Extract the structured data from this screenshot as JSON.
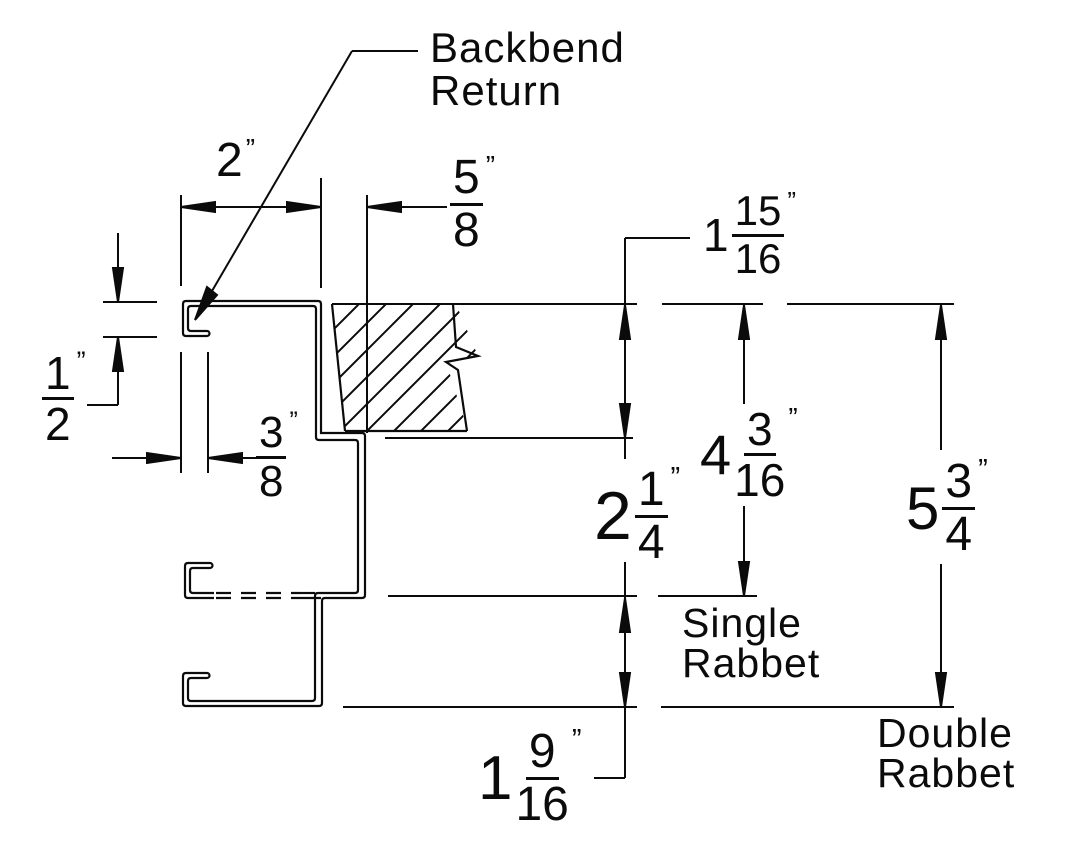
{
  "drawing": {
    "unit_mark": "”",
    "callout": {
      "line1": "Backbend",
      "line2": "Return"
    },
    "labels": {
      "single_rabbet": {
        "line1": "Single",
        "line2": "Rabbet"
      },
      "double_rabbet": {
        "line1": "Double",
        "line2": "Rabbet"
      }
    },
    "dimensions": {
      "face_width": {
        "whole": "2"
      },
      "stop_width": {
        "num": "5",
        "den": "8"
      },
      "door_rabbet_depth": {
        "whole": "1",
        "num": "15",
        "den": "16"
      },
      "backbend_height": {
        "num": "1",
        "den": "2"
      },
      "backbend_return_width": {
        "num": "3",
        "den": "8"
      },
      "stop_height": {
        "whole": "2",
        "num": "1",
        "den": "4"
      },
      "single_rabbet_depth": {
        "whole": "4",
        "num": "3",
        "den": "16"
      },
      "jamb_depth": {
        "whole": "5",
        "num": "3",
        "den": "4"
      },
      "second_rabbet_depth": {
        "whole": "1",
        "num": "9",
        "den": "16"
      }
    },
    "colors": {
      "line": "#0b0b0b",
      "background": "#ffffff"
    }
  }
}
